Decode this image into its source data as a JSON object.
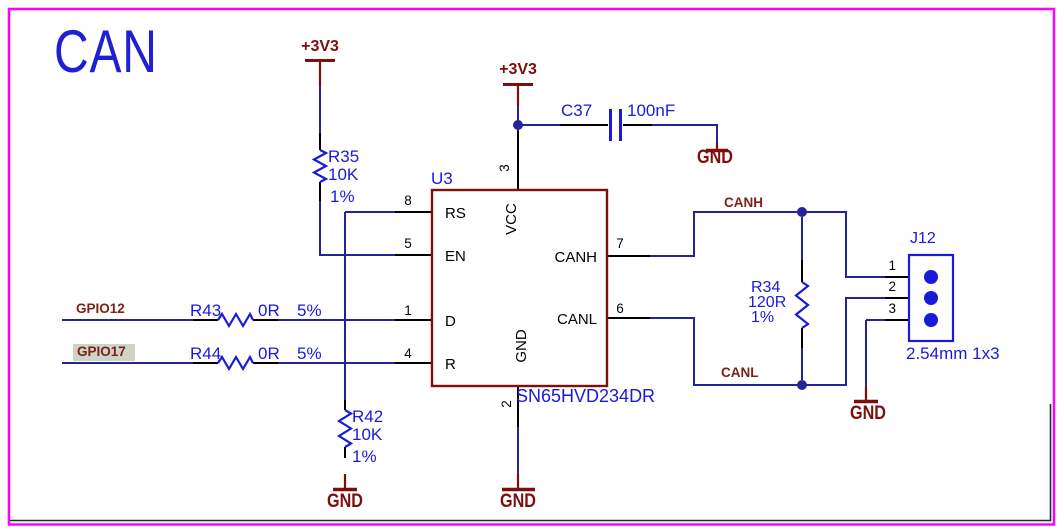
{
  "title": "CAN",
  "power_rails": {
    "v33": "+3V3",
    "gnd": "GND"
  },
  "net_labels": {
    "gpio12": "GPIO12",
    "gpio17": "GPIO17",
    "canh": "CANH",
    "canl": "CANL"
  },
  "ic_u3": {
    "ref": "U3",
    "part": "SN65HVD234DR",
    "pins_left": [
      {
        "num": "8",
        "name": "RS"
      },
      {
        "num": "5",
        "name": "EN"
      },
      {
        "num": "1",
        "name": "D"
      },
      {
        "num": "4",
        "name": "R"
      }
    ],
    "pins_right": [
      {
        "num": "7",
        "name": "CANH"
      },
      {
        "num": "6",
        "name": "CANL"
      }
    ],
    "pin_top": {
      "num": "3",
      "name": "VCC"
    },
    "pin_bottom": {
      "num": "2",
      "name": "GND"
    }
  },
  "resistors": {
    "r35": {
      "ref": "R35",
      "value": "10K",
      "tolerance": "1%"
    },
    "r42": {
      "ref": "R42",
      "value": "10K",
      "tolerance": "1%"
    },
    "r43": {
      "ref": "R43",
      "value": "0R",
      "tolerance": "5%"
    },
    "r44": {
      "ref": "R44",
      "value": "0R",
      "tolerance": "5%"
    },
    "r34": {
      "ref": "R34",
      "value": "120R",
      "tolerance": "1%"
    }
  },
  "capacitors": {
    "c37": {
      "ref": "C37",
      "value": "100nF"
    }
  },
  "connector_j12": {
    "ref": "J12",
    "footprint": "2.54mm 1x3",
    "pin_numbers": [
      "1",
      "2",
      "3"
    ]
  },
  "colors": {
    "wire": "#23239B",
    "component": "#1A1AD9",
    "chip_outline": "#7D1007",
    "power": "#7C0F0C",
    "net_label": "#7C221A",
    "page_border": "#FF00FF",
    "selection_highlight": "#CCD5C5",
    "title": "#1F1FD4"
  }
}
